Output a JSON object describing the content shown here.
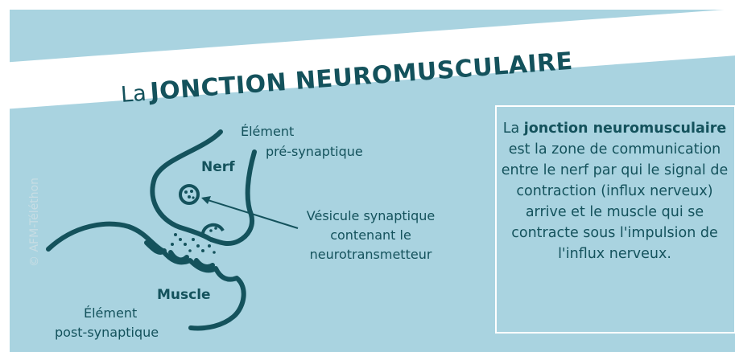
{
  "title": {
    "prefix": "La",
    "main": "JONCTION NEUROMUSCULAIRE"
  },
  "copyright": "© AFM-Téléthon",
  "labels": {
    "pre_line1": "Élément",
    "pre_line2": "pré-synaptique",
    "nerf": "Nerf",
    "vesicle_line1": "Vésicule synaptique",
    "vesicle_line2": "contenant le",
    "vesicle_line3": "neurotransmetteur",
    "muscle": "Muscle",
    "post_line1": "Élément",
    "post_line2": "post-synaptique"
  },
  "info": {
    "before": "La ",
    "bold": "jonction neuromusculaire",
    "after": " est la zone de communication entre le nerf par qui le signal de contraction (influx nerveux) arrive et le muscle qui se contracte sous l'impulsion de l'influx nerveux."
  },
  "colors": {
    "background": "#a9d3e0",
    "ink": "#14525c",
    "banner": "#ffffff"
  }
}
